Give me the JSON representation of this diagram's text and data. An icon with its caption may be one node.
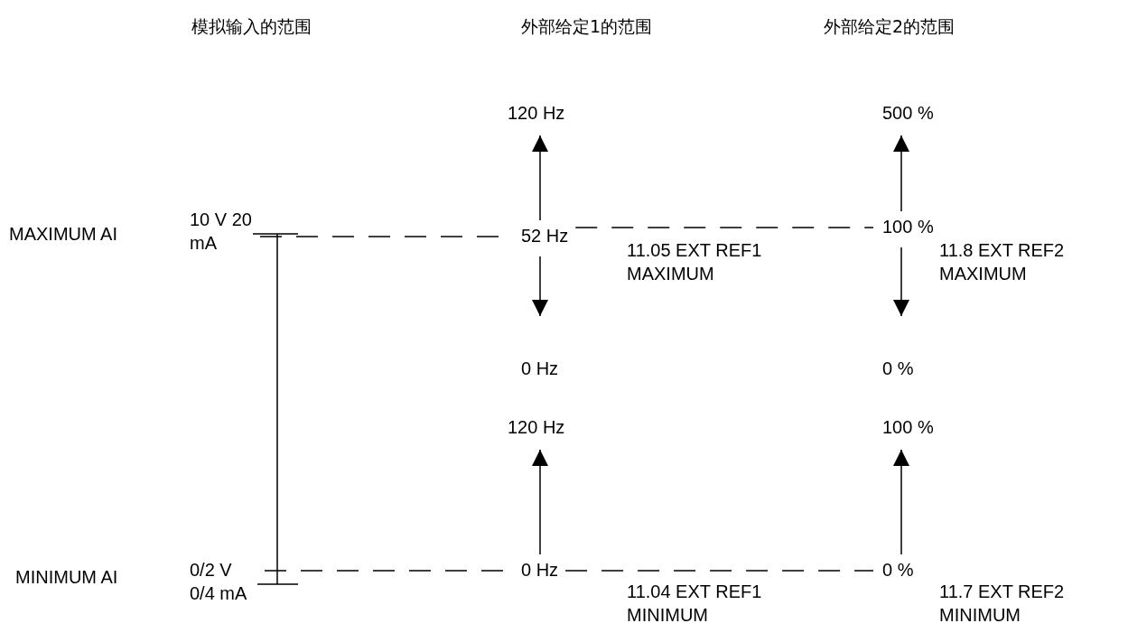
{
  "diagram": {
    "nodes": [
      {
        "text": [
          "10 V 20 mA"
        ]
      },
      {
        "text": [
          "0/2 V 0/4 mA"
        ]
      },
      {
        "text": [
          "120 Hz"
        ]
      },
      {
        "text": [
          "52 Hz"
        ]
      },
      {
        "text": [
          "0 Hz"
        ]
      },
      {
        "text": [
          "120 Hz"
        ]
      },
      {
        "text": [
          "0 Hz"
        ]
      },
      {
        "text": [
          "500 %"
        ]
      },
      {
        "text": [
          "100 %"
        ]
      },
      {
        "text": [
          "0 %"
        ]
      },
      {
        "text": [
          "100 %"
        ]
      },
      {
        "text": [
          "0 %"
        ]
      }
    ],
    "edges": [
      {
        "from": 0,
        "to": 1,
        "arrow": "none"
      },
      {
        "from": 0,
        "to": 3,
        "arrow": "none",
        "style": "dashed"
      },
      {
        "from": 3,
        "to": 8,
        "arrow": "none",
        "style": "dashed"
      },
      {
        "from": 1,
        "to": 6,
        "arrow": "none",
        "style": "dashed"
      },
      {
        "from": 6,
        "to": 11,
        "arrow": "none",
        "style": "dashed"
      },
      {
        "from": 3,
        "to": 2,
        "arrow": "to"
      },
      {
        "from": 3,
        "to": 4,
        "arrow": "to"
      },
      {
        "from": 6,
        "to": 5,
        "arrow": "to"
      },
      {
        "from": 8,
        "to": 7,
        "arrow": "to"
      },
      {
        "from": 8,
        "to": 9,
        "arrow": "to"
      },
      {
        "from": 11,
        "to": 10,
        "arrow": "to"
      }
    ],
    "labels": [
      "模拟输入的范围",
      "外部给定1的范围",
      "外部给定2的范围",
      "MAXIMUM AI",
      "11.05 EXT REF1 MAXIMUM",
      "11.8 EXT REF2 MAXIMUM",
      "MINIMUM AI",
      "11.04 EXT REF1 MINIMUM",
      "11.7 EXT REF2 MINIMUM"
    ]
  }
}
